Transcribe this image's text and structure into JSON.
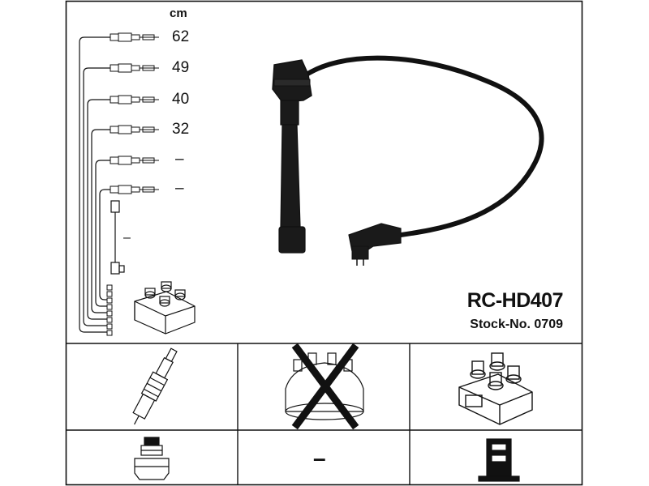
{
  "header": {
    "unit_label": "cm"
  },
  "cable_lengths": [
    {
      "value": "62"
    },
    {
      "value": "49"
    },
    {
      "value": "40"
    },
    {
      "value": "32"
    },
    {
      "value": "–"
    },
    {
      "value": "–"
    }
  ],
  "extra_cable_length": "–",
  "product": {
    "model": "RC-HD407",
    "stock_label": "Stock-No. 0709"
  },
  "compatibility": {
    "row1": [
      {
        "icon": "spark-plug-icon",
        "status": "compatible"
      },
      {
        "icon": "distributor-cap-icon",
        "status": "not-applicable"
      },
      {
        "icon": "ignition-coil-icon",
        "status": "compatible"
      }
    ],
    "row2": [
      {
        "icon": "plug-terminal-icon"
      },
      {
        "icon": "dash-icon",
        "text": "–"
      },
      {
        "icon": "coil-terminal-icon"
      }
    ]
  },
  "colors": {
    "line": "#111111",
    "background": "#ffffff"
  }
}
